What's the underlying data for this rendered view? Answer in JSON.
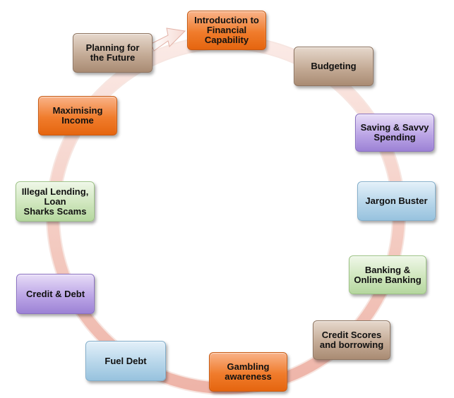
{
  "diagram": {
    "nodes": [
      {
        "id": "introduction",
        "label": "Introduction to\nFinancial\nCapability",
        "color": "orange"
      },
      {
        "id": "budgeting",
        "label": "Budgeting",
        "color": "brown"
      },
      {
        "id": "saving",
        "label": "Saving & Savvy\nSpending",
        "color": "purple"
      },
      {
        "id": "jargon",
        "label": "Jargon Buster",
        "color": "blue"
      },
      {
        "id": "banking",
        "label": "Banking &\nOnline Banking",
        "color": "green"
      },
      {
        "id": "credit-scores",
        "label": "Credit Scores\nand borrowing",
        "color": "brown"
      },
      {
        "id": "gambling",
        "label": "Gambling\nawareness",
        "color": "orange"
      },
      {
        "id": "fuel-debt",
        "label": "Fuel Debt",
        "color": "blue"
      },
      {
        "id": "credit-debt",
        "label": "Credit & Debt",
        "color": "purple"
      },
      {
        "id": "illegal-lending",
        "label": "Illegal Lending,\nLoan\nSharks Scams",
        "color": "green"
      },
      {
        "id": "maximising",
        "label": "Maximising\nIncome",
        "color": "orange"
      },
      {
        "id": "planning",
        "label": "Planning for\nthe Future",
        "color": "brown"
      }
    ],
    "flow_direction": "clockwise"
  }
}
